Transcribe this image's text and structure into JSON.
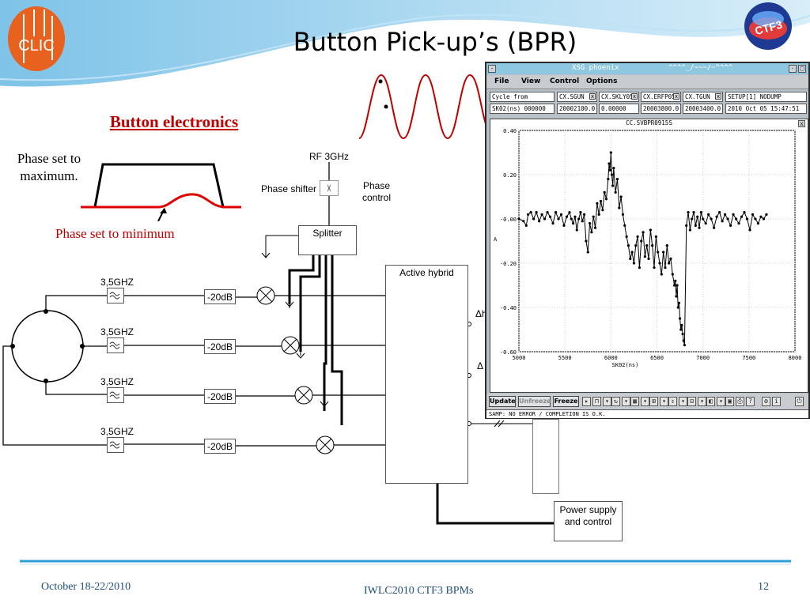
{
  "slide": {
    "title": "Button Pick-up’s (BPR)",
    "subtitle": "Button electronics",
    "logo_left_text": "CLIC",
    "logo_right_text": "CTF3"
  },
  "phase_labels": {
    "max": "Phase set to maximum.",
    "min": "Phase set to minimum"
  },
  "diagram": {
    "rf_label": "RF 3GHz",
    "phase_shifter": "Phase shifter",
    "phase_control": "Phase control",
    "splitter": "Splitter",
    "active_hybrid": "Active hybrid",
    "power_supply": "Power supply and control",
    "filters": [
      "3,5GHZ",
      "3,5GHZ",
      "3,5GHZ",
      "3,5GHZ"
    ],
    "attenuators": [
      "-20dB",
      "-20dB",
      "-20dB",
      "-20dB"
    ],
    "delta_labels": [
      "Δh",
      "Δ"
    ]
  },
  "xsg": {
    "window_title": "XSG phoenix",
    "title_extra": "^^^^_/~~~/~^^^^",
    "menus": [
      "File",
      "View",
      "Control",
      "Options"
    ],
    "row1": {
      "cycle": "Cycle from",
      "f1": "CX.SGUN",
      "f2": "CX.SKLY05",
      "f3": "CX.ERFP05",
      "f4": "CX.TGUN",
      "setup": "SETUP[1] NODUMP"
    },
    "row2": {
      "sk": "SK02(ns)  000000",
      "v1": "20002100.0",
      "v2": "0.00000",
      "v3": "20003800.0",
      "v4": "20003400.0",
      "date": "2010 Oct 05 15:47:51"
    },
    "plot": {
      "title": "CC.SVBPR0915S",
      "xlabel": "SK02(ns)",
      "ylabel": "A"
    },
    "toolbar": {
      "update": "Update",
      "unfreeze": "Unfreeze",
      "freeze": "Freeze"
    },
    "status": "SAMP: NO ERROR  / COMPLETION IS O.K."
  },
  "footer": {
    "date": "October  18-22/2010",
    "center": "IWLC2010   CTF3 BPMs",
    "page": "12"
  },
  "chart_data": {
    "type": "line",
    "title": "CC.SVBPR0915S",
    "xlabel": "SK02(ns)",
    "ylabel": "A",
    "xlim": [
      5000,
      8000
    ],
    "ylim": [
      -0.6,
      0.4
    ],
    "xticks": [
      5000,
      5500,
      6000,
      6500,
      7000,
      7500,
      8000
    ],
    "yticks": [
      0.4,
      0.2,
      -0.0,
      -0.2,
      -0.4,
      -0.6
    ],
    "ytick_labels": [
      "0.40",
      "0.20",
      "-0.00",
      "-0.20",
      "-0.40",
      "-0.60"
    ],
    "grid": true,
    "series": [
      {
        "x": [
          5000,
          5050,
          5080,
          5100,
          5130,
          5160,
          5190,
          5220,
          5250,
          5280,
          5310,
          5340,
          5370,
          5400,
          5430,
          5460,
          5490,
          5520,
          5550,
          5570,
          5590,
          5610,
          5630,
          5650,
          5670,
          5690,
          5710,
          5730,
          5750,
          5770,
          5790,
          5810,
          5830,
          5850,
          5870,
          5890,
          5910,
          5930,
          5950,
          5970,
          5980,
          5990,
          6000,
          6010,
          6020,
          6030,
          6050,
          6070,
          6090,
          6110,
          6130,
          6150,
          6170,
          6190,
          6210,
          6230,
          6250,
          6270,
          6290,
          6310,
          6330,
          6350,
          6370,
          6390,
          6410,
          6430,
          6450,
          6470,
          6490,
          6510,
          6530,
          6550,
          6570,
          6590,
          6610,
          6630,
          6650,
          6670,
          6690,
          6700,
          6710,
          6720,
          6730,
          6740,
          6750,
          6760,
          6770,
          6780,
          6790,
          6800,
          6820,
          6840,
          6860,
          6880,
          6900,
          6920,
          6940,
          6960,
          6980,
          7000,
          7030,
          7060,
          7090,
          7120,
          7150,
          7180,
          7210,
          7240,
          7270,
          7300,
          7330,
          7360,
          7390,
          7420,
          7450,
          7480,
          7510,
          7540,
          7570,
          7600,
          7630,
          7660,
          7690
        ],
        "y": [
          0.0,
          -0.01,
          -0.03,
          0.02,
          0.03,
          0.0,
          0.03,
          -0.01,
          0.02,
          0.0,
          0.03,
          0.01,
          -0.02,
          0.03,
          0.0,
          0.02,
          -0.03,
          0.01,
          0.03,
          0.0,
          -0.02,
          0.01,
          -0.05,
          0.0,
          0.03,
          -0.01,
          0.02,
          -0.1,
          -0.15,
          -0.02,
          -0.06,
          0.01,
          -0.04,
          0.07,
          0.02,
          0.08,
          0.04,
          0.12,
          0.09,
          0.18,
          0.25,
          0.22,
          0.3,
          0.2,
          0.15,
          0.23,
          0.12,
          0.18,
          0.05,
          0.1,
          0.02,
          -0.03,
          -0.08,
          -0.12,
          -0.18,
          -0.15,
          -0.2,
          -0.12,
          -0.08,
          -0.22,
          -0.1,
          -0.06,
          -0.17,
          -0.12,
          -0.18,
          -0.05,
          -0.12,
          -0.22,
          -0.08,
          -0.15,
          -0.2,
          -0.25,
          -0.15,
          -0.22,
          -0.12,
          -0.2,
          -0.18,
          -0.25,
          -0.3,
          -0.28,
          -0.35,
          -0.3,
          -0.4,
          -0.38,
          -0.45,
          -0.5,
          -0.48,
          -0.52,
          -0.55,
          -0.57,
          -0.03,
          0.03,
          -0.05,
          0.0,
          0.03,
          -0.03,
          0.01,
          -0.04,
          0.03,
          0.0,
          -0.02,
          0.02,
          0.0,
          -0.04,
          0.01,
          0.03,
          -0.01,
          0.02,
          0.0,
          -0.03,
          0.02,
          0.0,
          -0.02,
          0.01,
          0.03,
          0.0,
          -0.05,
          0.02,
          0.0,
          -0.02,
          0.01,
          0.0,
          0.02
        ]
      }
    ]
  }
}
